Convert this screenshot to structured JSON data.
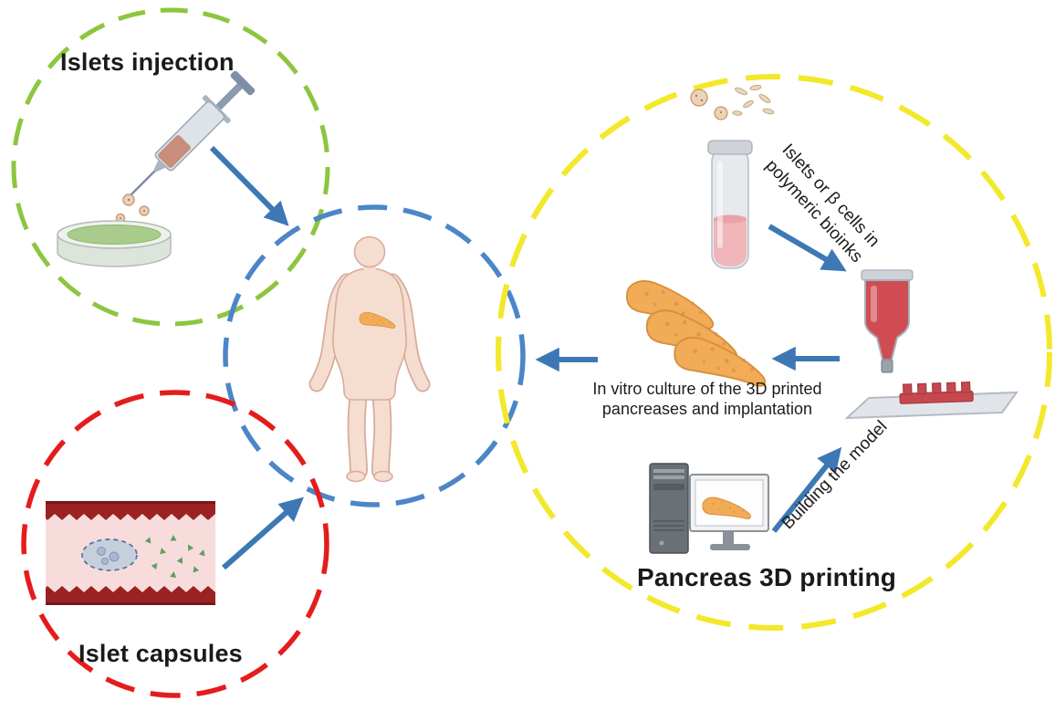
{
  "labels": {
    "islets_injection": "Islets injection",
    "islet_capsules": "Islet capsules",
    "pancreas_3d_printing": "Pancreas 3D printing",
    "bioinks_line1": "Islets or β cells in",
    "bioinks_line2": "polymeric bioinks",
    "invitro_line1": "In vitro culture of the 3D printed",
    "invitro_line2": "pancreases and implantation",
    "building_model": "Building the model"
  },
  "colors": {
    "green_circle": "#8cc63e",
    "blue_circle": "#4c86c8",
    "red_circle": "#e51c1c",
    "yellow_circle": "#f3e82a",
    "arrow": "#3d78b4",
    "pancreas": "#f2ab56"
  },
  "icons": [
    "syringe-icon",
    "islet-droplets-icon",
    "petri-dish-icon",
    "human-body-icon",
    "pancreas-in-body-icon",
    "blood-vessel-icon",
    "islet-capsule-icon",
    "insulin-particles-icon",
    "islet-cells-icon",
    "bioink-tube-icon",
    "printer-extruder-icon",
    "print-bed-icon",
    "printed-object-icon",
    "pancreas-blob-icon",
    "computer-tower-icon",
    "monitor-icon"
  ]
}
